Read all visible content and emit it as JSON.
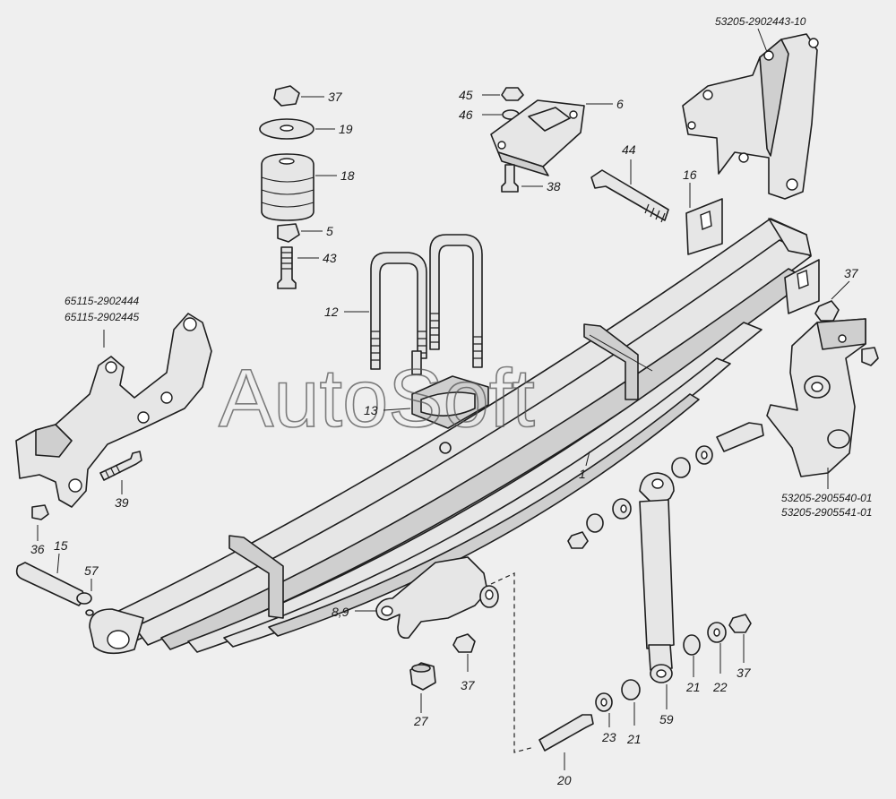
{
  "watermark": "AutoSoft",
  "part_numbers": {
    "rear_bracket_top": "53205-2902443-10",
    "front_bracket_a": "65115-2902444",
    "front_bracket_b": "65115-2902445",
    "shock_bracket_a": "53205-2905540-01",
    "shock_bracket_b": "53205-2905541-01"
  },
  "callouts": {
    "c37_top": "37",
    "c19": "19",
    "c18": "18",
    "c5": "5",
    "c43": "43",
    "c45": "45",
    "c46": "46",
    "c6": "6",
    "c38": "38",
    "c44": "44",
    "c16": "16",
    "c37_right": "37",
    "c12": "12",
    "c13": "13",
    "c39": "39",
    "c36": "36",
    "c15": "15",
    "c57": "57",
    "c1": "1",
    "c8_9": "8,9",
    "c37_mid": "37",
    "c27": "27",
    "c20": "20",
    "c23": "23",
    "c21_a": "21",
    "c59": "59",
    "c21_b": "21",
    "c22": "22",
    "c37_br": "37"
  }
}
